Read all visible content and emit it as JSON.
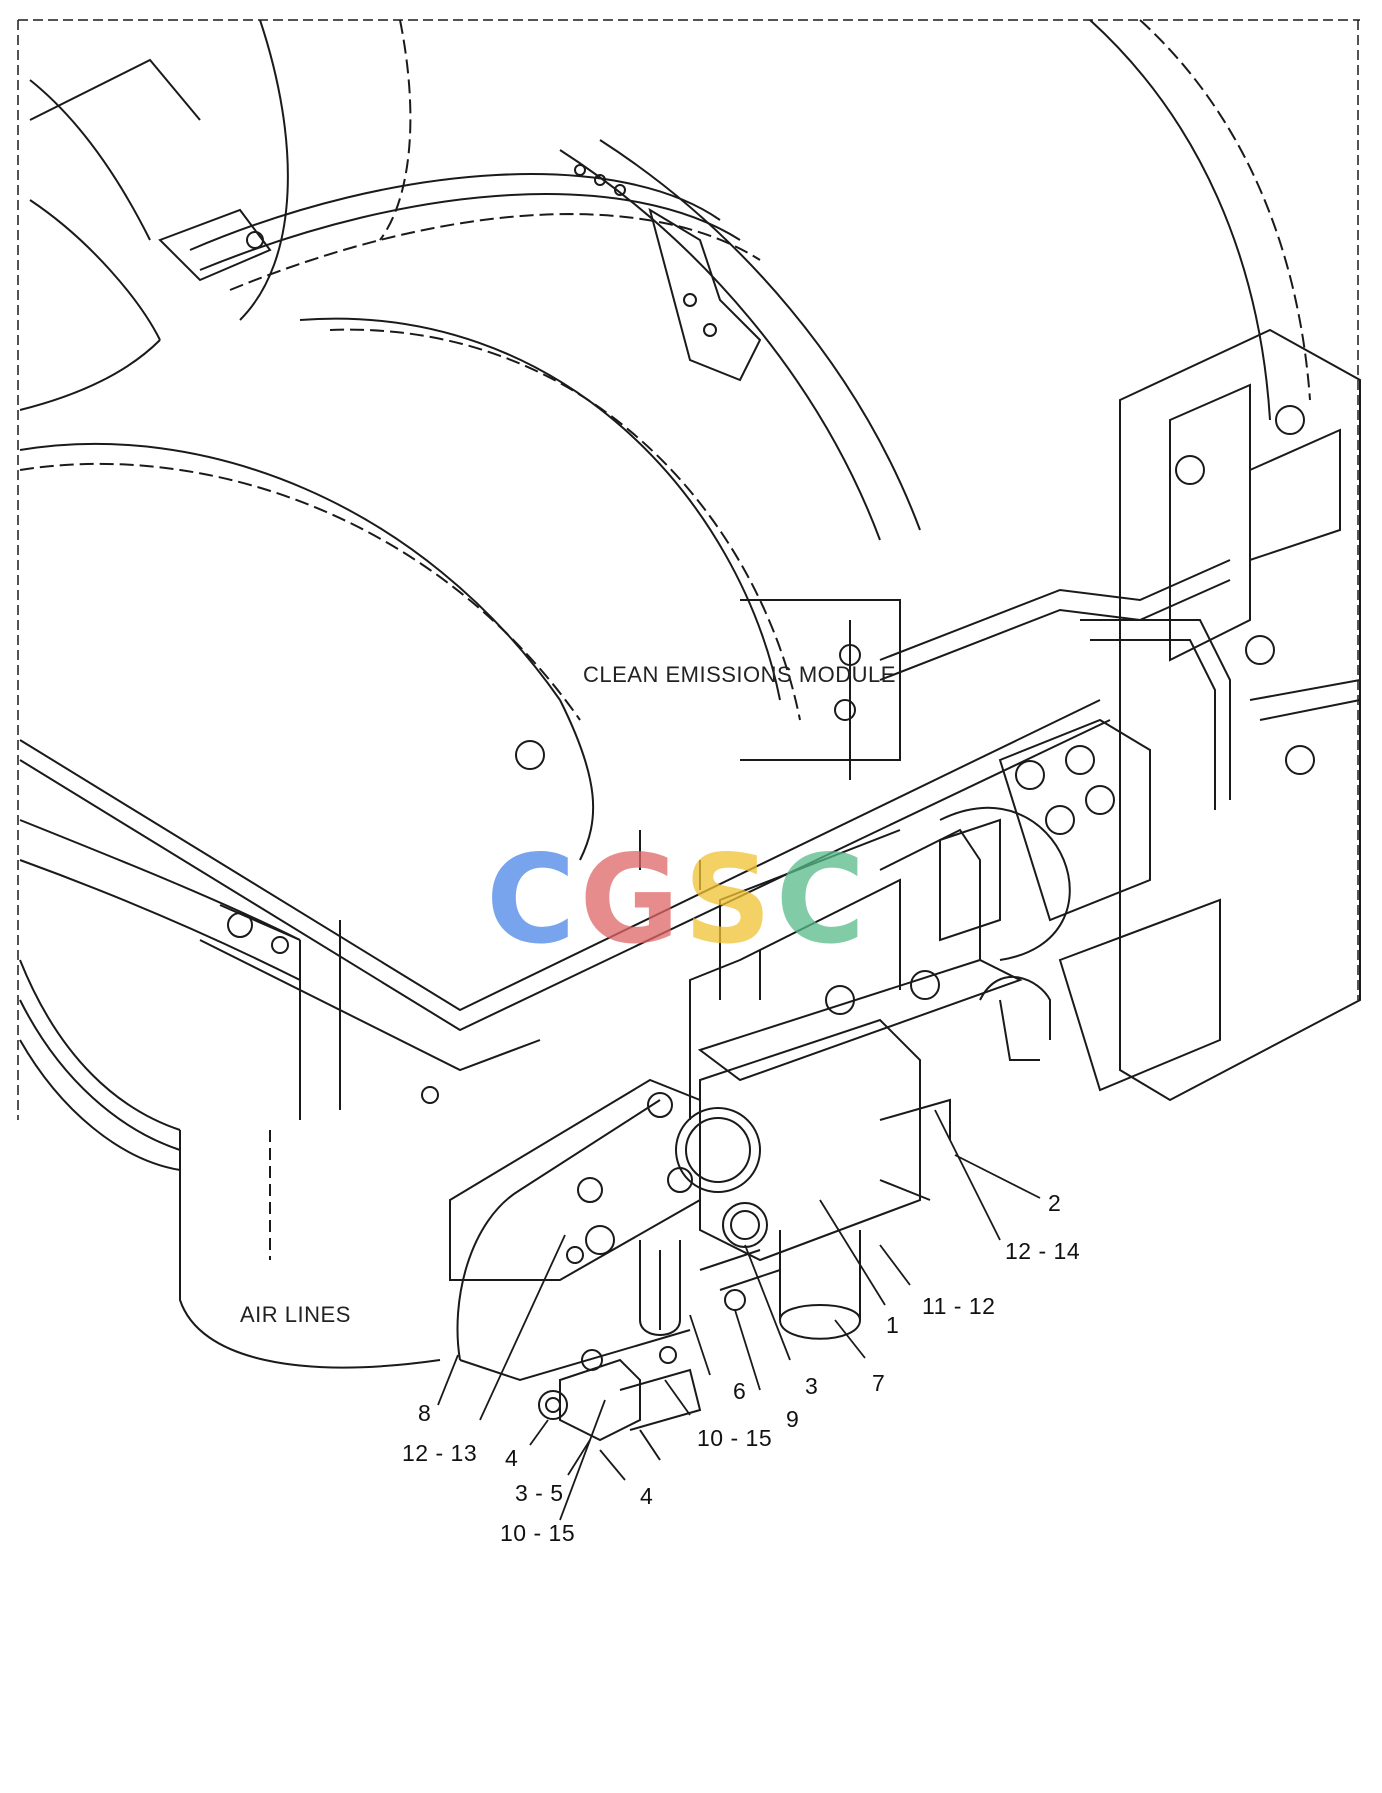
{
  "diagram": {
    "captions": {
      "clean_emissions_module": "CLEAN EMISSIONS MODULE",
      "air_lines": "AIR LINES"
    },
    "callouts": [
      {
        "id": "c2",
        "text": "2"
      },
      {
        "id": "c12_14",
        "text": "12 - 14"
      },
      {
        "id": "c11_12",
        "text": "11 - 12"
      },
      {
        "id": "c1",
        "text": "1"
      },
      {
        "id": "c7",
        "text": "7"
      },
      {
        "id": "c3",
        "text": "3"
      },
      {
        "id": "c9",
        "text": "9"
      },
      {
        "id": "c6",
        "text": "6"
      },
      {
        "id": "c10_15a",
        "text": "10 - 15"
      },
      {
        "id": "c8",
        "text": "8"
      },
      {
        "id": "c12_13",
        "text": "12 - 13"
      },
      {
        "id": "c4a",
        "text": "4"
      },
      {
        "id": "c3_5",
        "text": "3 - 5"
      },
      {
        "id": "c4b",
        "text": "4"
      },
      {
        "id": "c10_15b",
        "text": "10 - 15"
      }
    ],
    "watermark": {
      "letters": [
        "C",
        "G",
        "S",
        "C"
      ],
      "colors": [
        "#4a86e8",
        "#e06666",
        "#f1c232",
        "#57bb8a"
      ]
    },
    "line_color": "#1a1a1a"
  }
}
